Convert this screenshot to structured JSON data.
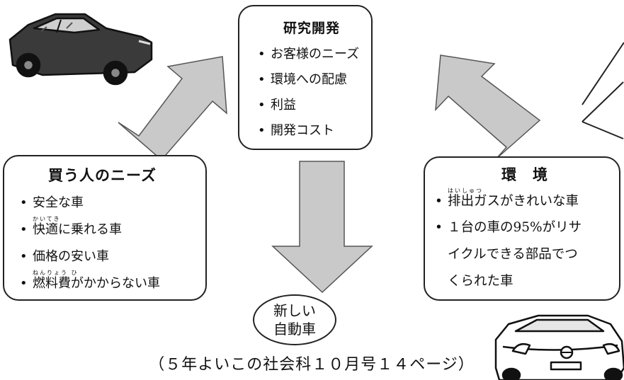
{
  "rd_box": {
    "title": "研究開発",
    "items": [
      "お客様のニーズ",
      "環境への配慮",
      "利益",
      "開発コスト"
    ]
  },
  "buyers_box": {
    "title": "買う人のニーズ",
    "items": [
      {
        "text": "安全な車",
        "ruby": ""
      },
      {
        "text": "快適に乗れる車",
        "ruby": "かいてき"
      },
      {
        "text": "価格の安い車",
        "ruby": ""
      },
      {
        "text": "燃料費がかからない車",
        "ruby": "ねんりょう ひ"
      }
    ]
  },
  "env_box": {
    "title": "環　境",
    "items": [
      {
        "text": "排出ガスがきれいな車",
        "ruby": "はいしゅつ"
      },
      {
        "lines": [
          "１台の車の95%がリサ",
          "イクルできる部品でつ",
          "くられた車"
        ]
      }
    ]
  },
  "result": {
    "line1": "新しい",
    "line2": "自動車"
  },
  "caption": "（５年よいこの社会科１０月号１４ページ）",
  "colors": {
    "arrow_fill": "#c9c9c9",
    "arrow_stroke": "#555555",
    "line": "#222222"
  },
  "icons": {
    "top_left": "dark-sedan-car-icon",
    "bottom_right": "white-electric-car-icon"
  }
}
